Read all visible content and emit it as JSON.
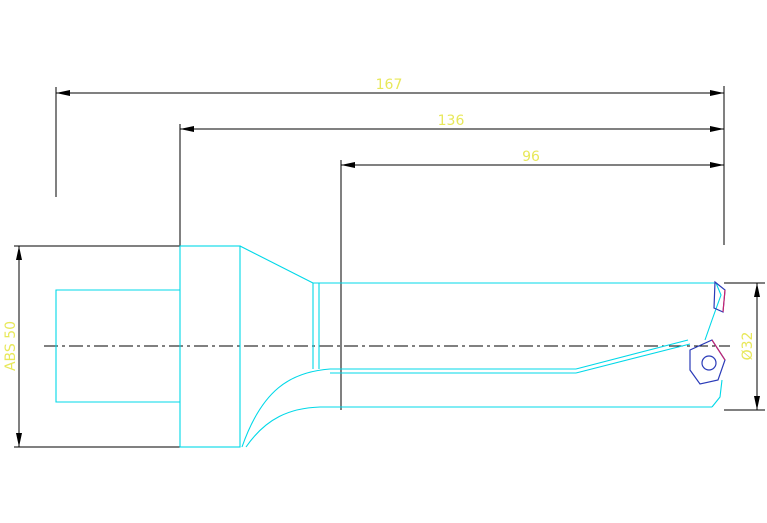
{
  "colors": {
    "outline": "#00d8e8",
    "dimension_lines": "#000000",
    "dimension_text": "#e8e85a",
    "insert": "#2a3bb8",
    "insert_edge": "#d0206a"
  },
  "dimensions": {
    "overall_length": "167",
    "shank_to_tip": "136",
    "drilling_depth": "96",
    "diameter": "Ø32",
    "shank_spec": "ABS 50"
  }
}
